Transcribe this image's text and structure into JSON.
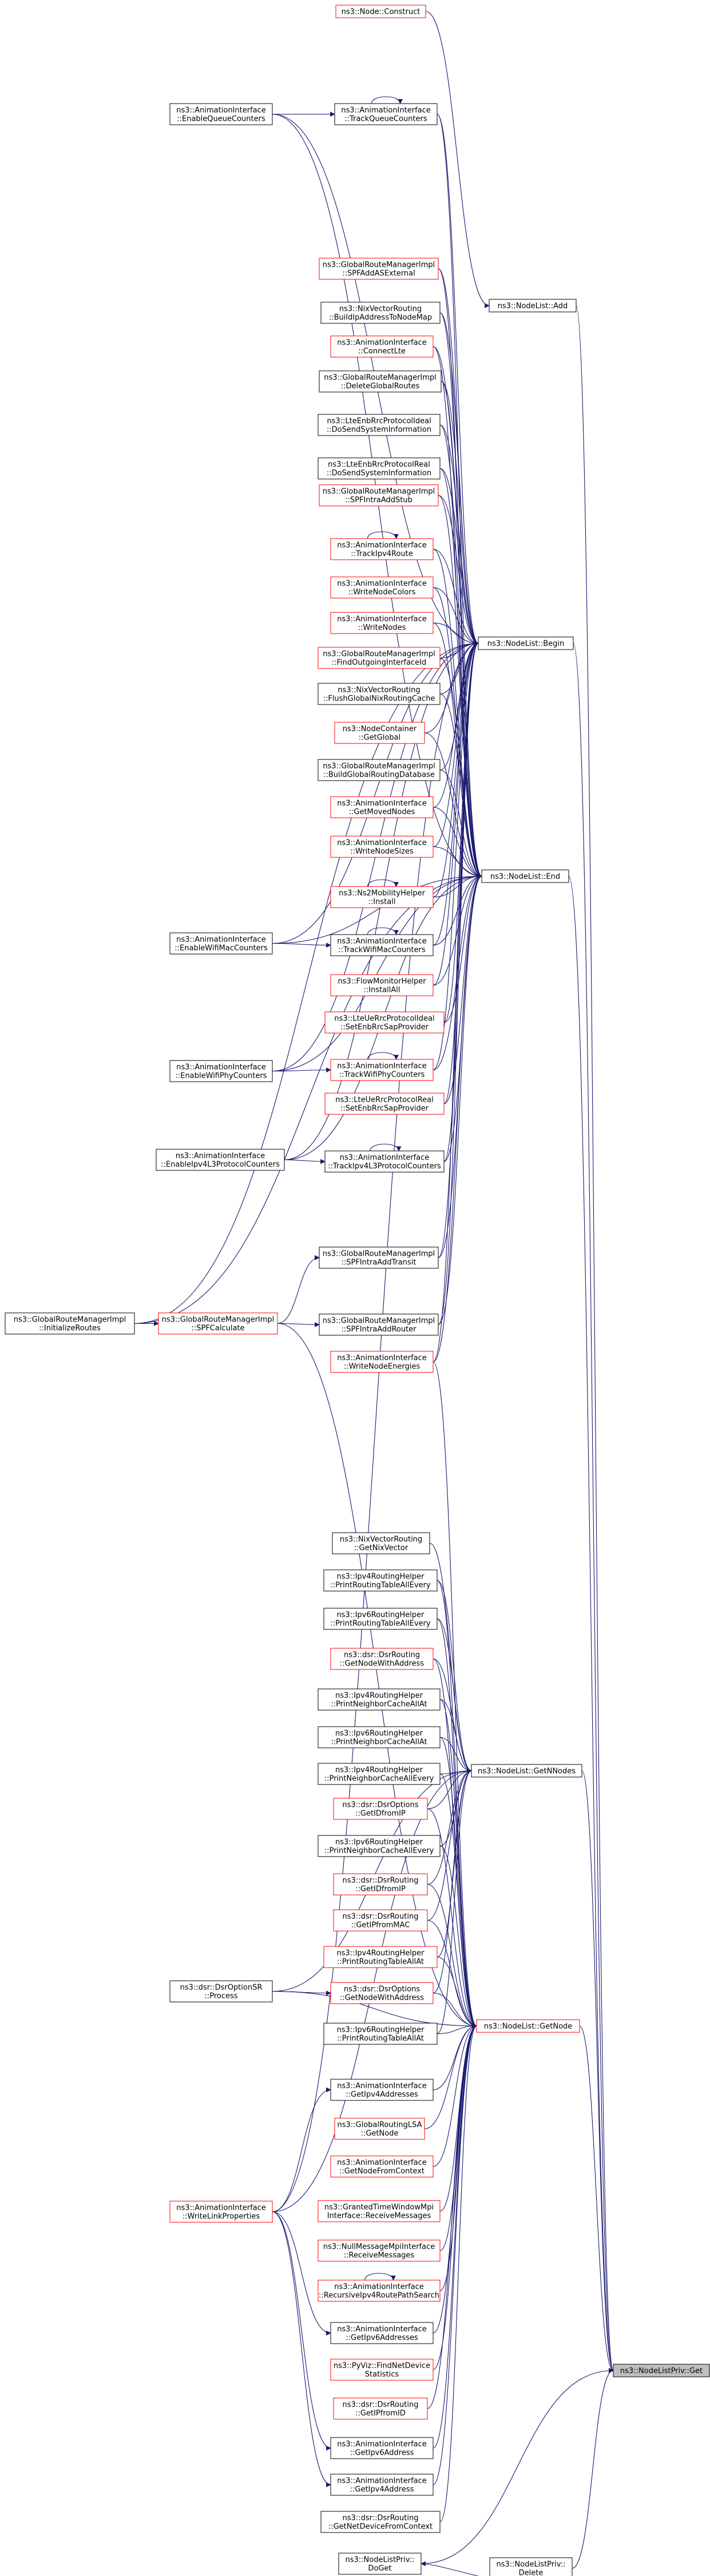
{
  "title": "ns3::NodeListPriv::Get caller graph",
  "colors": {
    "edge": "#191970",
    "border_black": "#000000",
    "border_red": "#ff0000",
    "fill_default": "#ffffff",
    "fill_focus": "#bfbfbf"
  },
  "nodes": [
    {
      "id": "get",
      "lines": [
        "ns3::NodeListPriv::Get"
      ],
      "style": "focus"
    },
    {
      "id": "getnnodes",
      "lines": [
        "ns3::NodeList::GetNNodes"
      ],
      "style": "black"
    },
    {
      "id": "getnode",
      "lines": [
        "ns3::NodeList::GetNode"
      ],
      "style": "red"
    },
    {
      "id": "begin",
      "lines": [
        "ns3::NodeList::Begin"
      ],
      "style": "black"
    },
    {
      "id": "end",
      "lines": [
        "ns3::NodeList::End"
      ],
      "style": "black"
    },
    {
      "id": "add",
      "lines": [
        "ns3::NodeList::Add"
      ],
      "style": "black"
    },
    {
      "id": "doget",
      "lines": [
        "ns3::NodeListPriv::",
        "DoGet"
      ],
      "style": "black"
    },
    {
      "id": "delete",
      "lines": [
        "ns3::NodeListPriv::",
        "Delete"
      ],
      "style": "black"
    },
    {
      "id": "construct",
      "lines": [
        "ns3::Node::Construct"
      ],
      "style": "red"
    },
    {
      "id": "enqc",
      "lines": [
        "ns3::AnimationInterface",
        "::EnableQueueCounters"
      ],
      "style": "black"
    },
    {
      "id": "tqc",
      "lines": [
        "ns3::AnimationInterface",
        "::TrackQueueCounters"
      ],
      "style": "black"
    },
    {
      "id": "spfaext",
      "lines": [
        "ns3::GlobalRouteManagerImpl",
        "::SPFAddASExternal"
      ],
      "style": "red"
    },
    {
      "id": "nvbuild",
      "lines": [
        "ns3::NixVectorRouting",
        "::BuildIpAddressToNodeMap"
      ],
      "style": "black"
    },
    {
      "id": "connlte",
      "lines": [
        "ns3::AnimationInterface",
        "::ConnectLte"
      ],
      "style": "red"
    },
    {
      "id": "delglobal",
      "lines": [
        "ns3::GlobalRouteManagerImpl",
        "::DeleteGlobalRoutes"
      ],
      "style": "black"
    },
    {
      "id": "lteideal",
      "lines": [
        "ns3::LteEnbRrcProtocolIdeal",
        "::DoSendSystemInformation"
      ],
      "style": "black"
    },
    {
      "id": "ltereal",
      "lines": [
        "ns3::LteEnbRrcProtocolReal",
        "::DoSendSystemInformation"
      ],
      "style": "black"
    },
    {
      "id": "spfstub",
      "lines": [
        "ns3::GlobalRouteManagerImpl",
        "::SPFIntraAddStub"
      ],
      "style": "red"
    },
    {
      "id": "tipv4",
      "lines": [
        "ns3::AnimationInterface",
        "::TrackIpv4Route"
      ],
      "style": "red"
    },
    {
      "id": "wnodecol",
      "lines": [
        "ns3::AnimationInterface",
        "::WriteNodeColors"
      ],
      "style": "red"
    },
    {
      "id": "wnodes",
      "lines": [
        "ns3::AnimationInterface",
        "::WriteNodes"
      ],
      "style": "red"
    },
    {
      "id": "findout",
      "lines": [
        "ns3::GlobalRouteManagerImpl",
        "::FindOutgoingInterfaceId"
      ],
      "style": "red"
    },
    {
      "id": "flushnix",
      "lines": [
        "ns3::NixVectorRouting",
        "::FlushGlobalNixRoutingCache"
      ],
      "style": "black"
    },
    {
      "id": "ncglobal",
      "lines": [
        "ns3::NodeContainer",
        "::GetGlobal"
      ],
      "style": "red"
    },
    {
      "id": "buildgrdb",
      "lines": [
        "ns3::GlobalRouteManagerImpl",
        "::BuildGlobalRoutingDatabase"
      ],
      "style": "black"
    },
    {
      "id": "getmoved",
      "lines": [
        "ns3::AnimationInterface",
        "::GetMovedNodes"
      ],
      "style": "red"
    },
    {
      "id": "wnodesizes",
      "lines": [
        "ns3::AnimationInterface",
        "::WriteNodeSizes"
      ],
      "style": "red"
    },
    {
      "id": "ns2",
      "lines": [
        "ns3::Ns2MobilityHelper",
        "::Install"
      ],
      "style": "red"
    },
    {
      "id": "enwifimac",
      "lines": [
        "ns3::AnimationInterface",
        "::EnableWifiMacCounters"
      ],
      "style": "black"
    },
    {
      "id": "twifimac",
      "lines": [
        "ns3::AnimationInterface",
        "::TrackWifiMacCounters"
      ],
      "style": "black"
    },
    {
      "id": "flowmon",
      "lines": [
        "ns3::FlowMonitorHelper",
        "::InstallAll"
      ],
      "style": "red"
    },
    {
      "id": "lteidealsap",
      "lines": [
        "ns3::LteUeRrcProtocolIdeal",
        "::SetEnbRrcSapProvider"
      ],
      "style": "red"
    },
    {
      "id": "enwifiphy",
      "lines": [
        "ns3::AnimationInterface",
        "::EnableWifiPhyCounters"
      ],
      "style": "black"
    },
    {
      "id": "twifiphy",
      "lines": [
        "ns3::AnimationInterface",
        "::TrackWifiPhyCounters"
      ],
      "style": "red"
    },
    {
      "id": "ltere_sap",
      "lines": [
        "ns3::LteUeRrcProtocolReal",
        "::SetEnbRrcSapProvider"
      ],
      "style": "red"
    },
    {
      "id": "enipv4l3",
      "lines": [
        "ns3::AnimationInterface",
        "::EnableIpv4L3ProtocolCounters"
      ],
      "style": "black"
    },
    {
      "id": "tipv4l3",
      "lines": [
        "ns3::AnimationInterface",
        "::TrackIpv4L3ProtocolCounters"
      ],
      "style": "black"
    },
    {
      "id": "spftransit",
      "lines": [
        "ns3::GlobalRouteManagerImpl",
        "::SPFIntraAddTransit"
      ],
      "style": "black"
    },
    {
      "id": "grminit",
      "lines": [
        "ns3::GlobalRouteManagerImpl",
        "::InitializeRoutes"
      ],
      "style": "black"
    },
    {
      "id": "spfcalc",
      "lines": [
        "ns3::GlobalRouteManagerImpl",
        "::SPFCalculate"
      ],
      "style": "red"
    },
    {
      "id": "spfrouter",
      "lines": [
        "ns3::GlobalRouteManagerImpl",
        "::SPFIntraAddRouter"
      ],
      "style": "black"
    },
    {
      "id": "wnodeen",
      "lines": [
        "ns3::AnimationInterface",
        "::WriteNodeEnergies"
      ],
      "style": "red"
    },
    {
      "id": "nvgetnix",
      "lines": [
        "ns3::NixVectorRouting",
        "::GetNixVector"
      ],
      "style": "black"
    },
    {
      "id": "ipv4prtae",
      "lines": [
        "ns3::Ipv4RoutingHelper",
        "::PrintRoutingTableAllEvery"
      ],
      "style": "black"
    },
    {
      "id": "ipv6prtae",
      "lines": [
        "ns3::Ipv6RoutingHelper",
        "::PrintRoutingTableAllEvery"
      ],
      "style": "black"
    },
    {
      "id": "dsrgnwa1",
      "lines": [
        "ns3::dsr::DsrRouting",
        "::GetNodeWithAddress"
      ],
      "style": "red"
    },
    {
      "id": "ipv4pncaa",
      "lines": [
        "ns3::Ipv4RoutingHelper",
        "::PrintNeighborCacheAllAt"
      ],
      "style": "black"
    },
    {
      "id": "ipv6pncaa",
      "lines": [
        "ns3::Ipv6RoutingHelper",
        "::PrintNeighborCacheAllAt"
      ],
      "style": "black"
    },
    {
      "id": "ipv4pncae",
      "lines": [
        "ns3::Ipv4RoutingHelper",
        "::PrintNeighborCacheAllEvery"
      ],
      "style": "black"
    },
    {
      "id": "dsrgidip",
      "lines": [
        "ns3::dsr::DsrOptions",
        "::GetIDfromIP"
      ],
      "style": "red"
    },
    {
      "id": "ipv6pncae",
      "lines": [
        "ns3::Ipv6RoutingHelper",
        "::PrintNeighborCacheAllEvery"
      ],
      "style": "black"
    },
    {
      "id": "dsrrgidip",
      "lines": [
        "ns3::dsr::DsrRouting",
        "::GetIDfromIP"
      ],
      "style": "red"
    },
    {
      "id": "dsrgipmac",
      "lines": [
        "ns3::dsr::DsrRouting",
        "::GetIPfromMAC"
      ],
      "style": "red"
    },
    {
      "id": "ipv4prtaa",
      "lines": [
        "ns3::Ipv4RoutingHelper",
        "::PrintRoutingTableAllAt"
      ],
      "style": "red"
    },
    {
      "id": "dsroptsr",
      "lines": [
        "ns3::dsr::DsrOptionSR",
        "::Process"
      ],
      "style": "black"
    },
    {
      "id": "dsrgnwa2",
      "lines": [
        "ns3::dsr::DsrOptions",
        "::GetNodeWithAddress"
      ],
      "style": "red"
    },
    {
      "id": "ipv6prtaa",
      "lines": [
        "ns3::Ipv6RoutingHelper",
        "::PrintRoutingTableAllAt"
      ],
      "style": "black"
    },
    {
      "id": "getipv4addrs",
      "lines": [
        "ns3::AnimationInterface",
        "::GetIpv4Addresses"
      ],
      "style": "black"
    },
    {
      "id": "glsagetnode",
      "lines": [
        "ns3::GlobalRoutingLSA",
        "::GetNode"
      ],
      "style": "red"
    },
    {
      "id": "getnodectx",
      "lines": [
        "ns3::AnimationInterface",
        "::GetNodeFromContext"
      ],
      "style": "red"
    },
    {
      "id": "wlinkprops",
      "lines": [
        "ns3::AnimationInterface",
        "::WriteLinkProperties"
      ],
      "style": "red"
    },
    {
      "id": "gtwmpi",
      "lines": [
        "ns3::GrantedTimeWindowMpi",
        "Interface::ReceiveMessages"
      ],
      "style": "red"
    },
    {
      "id": "nullmpi",
      "lines": [
        "ns3::NullMessageMpiInterface",
        "::ReceiveMessages"
      ],
      "style": "red"
    },
    {
      "id": "recipv4",
      "lines": [
        "ns3::AnimationInterface",
        "::RecursiveIpv4RoutePathSearch"
      ],
      "style": "red"
    },
    {
      "id": "getipv6addrs",
      "lines": [
        "ns3::AnimationInterface",
        "::GetIpv6Addresses"
      ],
      "style": "black"
    },
    {
      "id": "pyviz",
      "lines": [
        "ns3::PyViz::FindNetDevice",
        "Statistics"
      ],
      "style": "red"
    },
    {
      "id": "dsrgipid",
      "lines": [
        "ns3::dsr::DsrRouting",
        "::GetIPfromID"
      ],
      "style": "red"
    },
    {
      "id": "getipv6addr",
      "lines": [
        "ns3::AnimationInterface",
        "::GetIpv6Address"
      ],
      "style": "black"
    },
    {
      "id": "getipv4addr",
      "lines": [
        "ns3::AnimationInterface",
        "::GetIpv4Address"
      ],
      "style": "black"
    },
    {
      "id": "dsrgndfc",
      "lines": [
        "ns3::dsr::DsrRouting",
        "::GetNetDeviceFromContext"
      ],
      "style": "black"
    }
  ],
  "edges": [
    [
      "getnnodes",
      "get"
    ],
    [
      "getnode",
      "get"
    ],
    [
      "begin",
      "get"
    ],
    [
      "end",
      "get"
    ],
    [
      "add",
      "get"
    ],
    [
      "doget",
      "get"
    ],
    [
      "delete",
      "get"
    ],
    [
      "delete",
      "doget"
    ],
    [
      "construct",
      "add"
    ],
    [
      "enqc",
      "begin"
    ],
    [
      "enqc",
      "end"
    ],
    [
      "enqc",
      "tqc"
    ],
    [
      "tqc",
      "tqc"
    ],
    [
      "tqc",
      "begin"
    ],
    [
      "tqc",
      "end"
    ],
    [
      "spfaext",
      "begin"
    ],
    [
      "spfaext",
      "end"
    ],
    [
      "nvbuild",
      "begin"
    ],
    [
      "nvbuild",
      "end"
    ],
    [
      "connlte",
      "begin"
    ],
    [
      "connlte",
      "end"
    ],
    [
      "delglobal",
      "begin"
    ],
    [
      "delglobal",
      "end"
    ],
    [
      "lteideal",
      "begin"
    ],
    [
      "lteideal",
      "end"
    ],
    [
      "ltereal",
      "begin"
    ],
    [
      "ltereal",
      "end"
    ],
    [
      "spfstub",
      "begin"
    ],
    [
      "spfstub",
      "end"
    ],
    [
      "tipv4",
      "tipv4"
    ],
    [
      "tipv4",
      "begin"
    ],
    [
      "tipv4",
      "end"
    ],
    [
      "wnodecol",
      "begin"
    ],
    [
      "wnodecol",
      "end"
    ],
    [
      "wnodes",
      "begin"
    ],
    [
      "wnodes",
      "end"
    ],
    [
      "findout",
      "begin"
    ],
    [
      "findout",
      "end"
    ],
    [
      "flushnix",
      "begin"
    ],
    [
      "flushnix",
      "end"
    ],
    [
      "ncglobal",
      "begin"
    ],
    [
      "ncglobal",
      "end"
    ],
    [
      "buildgrdb",
      "begin"
    ],
    [
      "buildgrdb",
      "end"
    ],
    [
      "getmoved",
      "begin"
    ],
    [
      "getmoved",
      "end"
    ],
    [
      "wnodesizes",
      "begin"
    ],
    [
      "wnodesizes",
      "end"
    ],
    [
      "ns2",
      "ns2"
    ],
    [
      "ns2",
      "begin"
    ],
    [
      "ns2",
      "end"
    ],
    [
      "enwifimac",
      "begin"
    ],
    [
      "enwifimac",
      "end"
    ],
    [
      "enwifimac",
      "twifimac"
    ],
    [
      "twifimac",
      "twifimac"
    ],
    [
      "twifimac",
      "begin"
    ],
    [
      "twifimac",
      "end"
    ],
    [
      "flowmon",
      "begin"
    ],
    [
      "flowmon",
      "end"
    ],
    [
      "lteidealsap",
      "begin"
    ],
    [
      "lteidealsap",
      "end"
    ],
    [
      "enwifiphy",
      "begin"
    ],
    [
      "enwifiphy",
      "end"
    ],
    [
      "enwifiphy",
      "twifiphy"
    ],
    [
      "twifiphy",
      "twifiphy"
    ],
    [
      "twifiphy",
      "begin"
    ],
    [
      "twifiphy",
      "end"
    ],
    [
      "ltere_sap",
      "begin"
    ],
    [
      "ltere_sap",
      "end"
    ],
    [
      "enipv4l3",
      "begin"
    ],
    [
      "enipv4l3",
      "end"
    ],
    [
      "enipv4l3",
      "tipv4l3"
    ],
    [
      "tipv4l3",
      "tipv4l3"
    ],
    [
      "tipv4l3",
      "begin"
    ],
    [
      "tipv4l3",
      "end"
    ],
    [
      "spftransit",
      "begin"
    ],
    [
      "spftransit",
      "end"
    ],
    [
      "spfcalc",
      "spftransit"
    ],
    [
      "spfcalc",
      "spfrouter"
    ],
    [
      "spfcalc",
      "getnode"
    ],
    [
      "grminit",
      "spfcalc"
    ],
    [
      "grminit",
      "begin"
    ],
    [
      "grminit",
      "end"
    ],
    [
      "spfrouter",
      "begin"
    ],
    [
      "spfrouter",
      "end"
    ],
    [
      "wnodeen",
      "begin"
    ],
    [
      "wnodeen",
      "end"
    ],
    [
      "wnodeen",
      "getnode"
    ],
    [
      "nvgetnix",
      "getnnodes"
    ],
    [
      "ipv4prtae",
      "getnnodes"
    ],
    [
      "ipv4prtae",
      "getnode"
    ],
    [
      "ipv6prtae",
      "getnnodes"
    ],
    [
      "ipv6prtae",
      "getnode"
    ],
    [
      "dsrgnwa1",
      "getnnodes"
    ],
    [
      "dsrgnwa1",
      "getnode"
    ],
    [
      "ipv4pncaa",
      "getnnodes"
    ],
    [
      "ipv4pncaa",
      "getnode"
    ],
    [
      "ipv6pncaa",
      "getnnodes"
    ],
    [
      "ipv6pncaa",
      "getnode"
    ],
    [
      "ipv4pncae",
      "getnnodes"
    ],
    [
      "ipv4pncae",
      "getnode"
    ],
    [
      "dsrgidip",
      "getnnodes"
    ],
    [
      "dsrgidip",
      "getnode"
    ],
    [
      "ipv6pncae",
      "getnnodes"
    ],
    [
      "ipv6pncae",
      "getnode"
    ],
    [
      "dsrrgidip",
      "getnnodes"
    ],
    [
      "dsrrgidip",
      "getnode"
    ],
    [
      "dsrgipmac",
      "getnnodes"
    ],
    [
      "dsrgipmac",
      "getnode"
    ],
    [
      "ipv4prtaa",
      "getnnodes"
    ],
    [
      "ipv4prtaa",
      "getnode"
    ],
    [
      "dsroptsr",
      "dsrgnwa2"
    ],
    [
      "dsroptsr",
      "getnnodes"
    ],
    [
      "dsroptsr",
      "getnode"
    ],
    [
      "dsrgnwa2",
      "getnnodes"
    ],
    [
      "dsrgnwa2",
      "getnode"
    ],
    [
      "ipv6prtaa",
      "getnnodes"
    ],
    [
      "ipv6prtaa",
      "getnode"
    ],
    [
      "getipv4addrs",
      "getnode"
    ],
    [
      "glsagetnode",
      "getnode"
    ],
    [
      "getnodectx",
      "getnode"
    ],
    [
      "wlinkprops",
      "getipv4addrs"
    ],
    [
      "wlinkprops",
      "getipv6addrs"
    ],
    [
      "wlinkprops",
      "getipv6addr"
    ],
    [
      "wlinkprops",
      "getipv4addr"
    ],
    [
      "wlinkprops",
      "getnnodes"
    ],
    [
      "wlinkprops",
      "begin"
    ],
    [
      "gtwmpi",
      "getnode"
    ],
    [
      "nullmpi",
      "getnode"
    ],
    [
      "recipv4",
      "recipv4"
    ],
    [
      "recipv4",
      "getnode"
    ],
    [
      "getipv6addrs",
      "getnode"
    ],
    [
      "pyviz",
      "getnode"
    ],
    [
      "dsrgipid",
      "getnode"
    ],
    [
      "getipv6addr",
      "getnode"
    ],
    [
      "getipv4addr",
      "getnode"
    ],
    [
      "dsrgndfc",
      "getnode"
    ]
  ]
}
